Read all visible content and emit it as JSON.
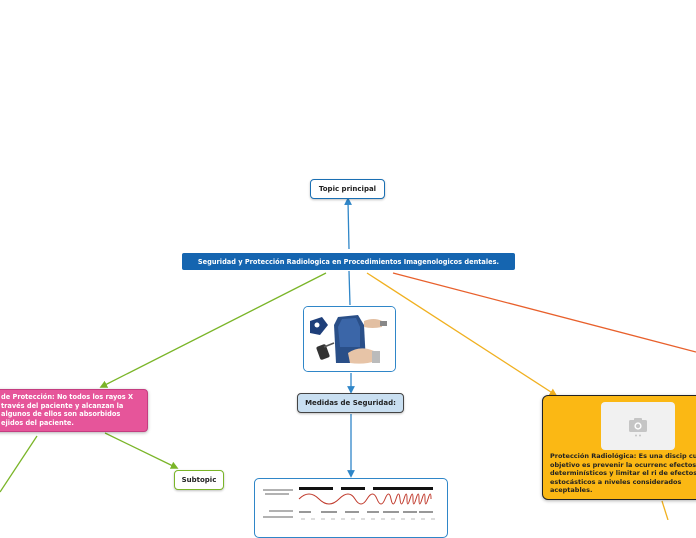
{
  "topic_principal": {
    "label": "Topic principal"
  },
  "main_title": {
    "label": "Seguridad y Protección Radiologica en Procedimientos Imagenologicos dentales."
  },
  "medidas": {
    "label": "Medidas de Seguridad:"
  },
  "pink_node": {
    "text": "de Protección: No todos los rayos X través del paciente y alcanzan la algunos de ellos son absorbidos ejidos del paciente."
  },
  "subtopic": {
    "label": "Subtopic"
  },
  "orange_node": {
    "text": "Protección Radiológica: Es una discip cuyo objetivo es  prevenir la ocurrenc efectos determinísticos y limitar el ri de efectos estocásticos a niveles considerados aceptables."
  },
  "colors": {
    "blue": "#1565b0",
    "connector_blue": "#2f86c8",
    "green": "#7ab528",
    "orange": "#fbb814",
    "orange_line": "#f0b020",
    "red_line": "#e8602c",
    "pink": "#e6559a"
  },
  "icons": [
    "camera-icon",
    "radiation-apron-image",
    "em-spectrum-image"
  ]
}
